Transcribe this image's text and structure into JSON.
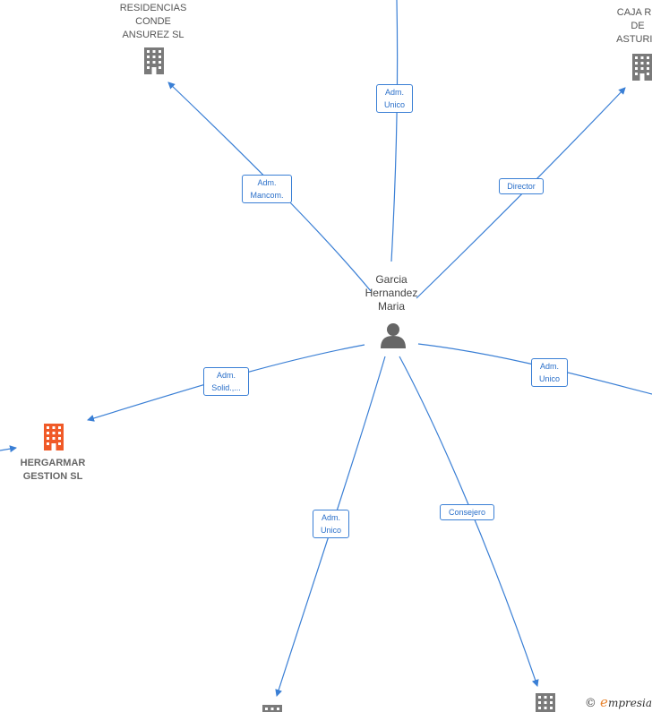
{
  "center": {
    "name": "Garcia\nHernandez\nMaria",
    "icon": "person-icon",
    "color": "#666666"
  },
  "nodes": [
    {
      "id": "residencias",
      "name": "RESIDENCIAS\nCONDE\nANSUREZ  SL",
      "icon": "building-icon",
      "color": "#7a7a7a"
    },
    {
      "id": "caja",
      "name": "CAJA RU\nDE\nASTURIA",
      "icon": "building-icon",
      "color": "#7a7a7a"
    },
    {
      "id": "hergarmar",
      "name": "HERGARMAR\nGESTION  SL",
      "icon": "building-icon",
      "color": "#f05a28"
    },
    {
      "id": "bottom-left",
      "name": "",
      "icon": "building-icon",
      "color": "#7a7a7a"
    },
    {
      "id": "bottom-right",
      "name": "",
      "icon": "building-icon",
      "color": "#7a7a7a"
    }
  ],
  "edges": [
    {
      "id": "e-top",
      "label": "Adm.\nUnico"
    },
    {
      "id": "e-residencias",
      "label": "Adm.\nMancom."
    },
    {
      "id": "e-caja",
      "label": "Director"
    },
    {
      "id": "e-hergarmar",
      "label": "Adm.\nSolid.,..."
    },
    {
      "id": "e-right",
      "label": "Adm.\nUnico"
    },
    {
      "id": "e-bottom-left",
      "label": "Adm.\nUnico"
    },
    {
      "id": "e-bottom-right",
      "label": "Consejero"
    }
  ],
  "colors": {
    "edge": "#3a7fd5",
    "accent": "#f05a28"
  },
  "watermark": {
    "symbol": "©",
    "brand_initial": "e",
    "brand_rest": "mpresia"
  }
}
